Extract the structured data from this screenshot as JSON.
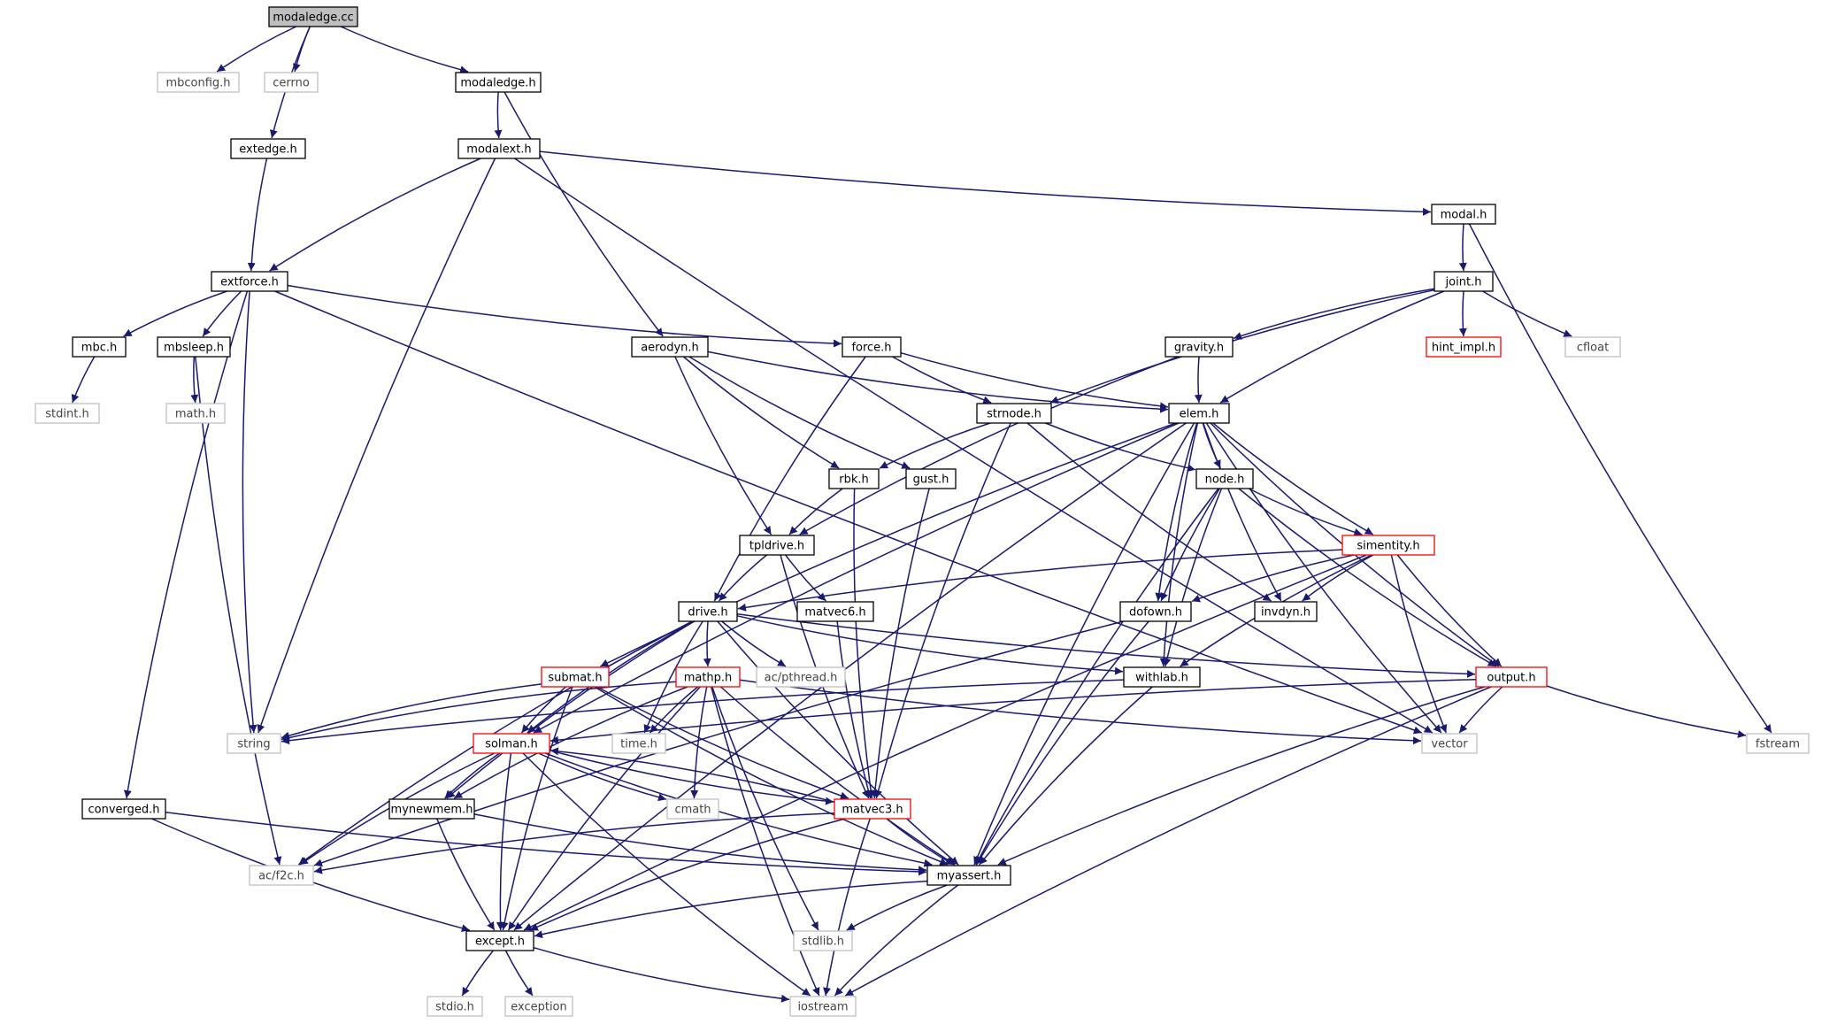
{
  "nodes": [
    {
      "id": "modaledge_cc",
      "label": "modaledge.cc",
      "kind": "root"
    },
    {
      "id": "mbconfig_h",
      "label": "mbconfig.h",
      "kind": "system"
    },
    {
      "id": "cerrno",
      "label": "cerrno",
      "kind": "system"
    },
    {
      "id": "modaledge_h",
      "label": "modaledge.h",
      "kind": "internal"
    },
    {
      "id": "extedge_h",
      "label": "extedge.h",
      "kind": "internal"
    },
    {
      "id": "modalext_h",
      "label": "modalext.h",
      "kind": "internal"
    },
    {
      "id": "modal_h",
      "label": "modal.h",
      "kind": "internal"
    },
    {
      "id": "extforce_h",
      "label": "extforce.h",
      "kind": "internal"
    },
    {
      "id": "joint_h",
      "label": "joint.h",
      "kind": "internal"
    },
    {
      "id": "mbc_h",
      "label": "mbc.h",
      "kind": "internal"
    },
    {
      "id": "mbsleep_h",
      "label": "mbsleep.h",
      "kind": "internal"
    },
    {
      "id": "aerodyn_h",
      "label": "aerodyn.h",
      "kind": "internal"
    },
    {
      "id": "force_h",
      "label": "force.h",
      "kind": "internal"
    },
    {
      "id": "gravity_h",
      "label": "gravity.h",
      "kind": "internal"
    },
    {
      "id": "hint_impl_h",
      "label": "hint_impl.h",
      "kind": "missing"
    },
    {
      "id": "cfloat",
      "label": "cfloat",
      "kind": "system"
    },
    {
      "id": "stdint_h",
      "label": "stdint.h",
      "kind": "system"
    },
    {
      "id": "math_h",
      "label": "math.h",
      "kind": "system"
    },
    {
      "id": "strnode_h",
      "label": "strnode.h",
      "kind": "internal"
    },
    {
      "id": "elem_h",
      "label": "elem.h",
      "kind": "internal"
    },
    {
      "id": "rbk_h",
      "label": "rbk.h",
      "kind": "internal"
    },
    {
      "id": "gust_h",
      "label": "gust.h",
      "kind": "internal"
    },
    {
      "id": "node_h",
      "label": "node.h",
      "kind": "internal"
    },
    {
      "id": "tpldrive_h",
      "label": "tpldrive.h",
      "kind": "internal"
    },
    {
      "id": "simentity_h",
      "label": "simentity.h",
      "kind": "missing"
    },
    {
      "id": "drive_h",
      "label": "drive.h",
      "kind": "internal"
    },
    {
      "id": "matvec6_h",
      "label": "matvec6.h",
      "kind": "internal"
    },
    {
      "id": "dofown_h",
      "label": "dofown.h",
      "kind": "internal"
    },
    {
      "id": "invdyn_h",
      "label": "invdyn.h",
      "kind": "internal"
    },
    {
      "id": "submat_h",
      "label": "submat.h",
      "kind": "missing"
    },
    {
      "id": "mathp_h",
      "label": "mathp.h",
      "kind": "missing"
    },
    {
      "id": "ac_pthread_h",
      "label": "ac/pthread.h",
      "kind": "system"
    },
    {
      "id": "withlab_h",
      "label": "withlab.h",
      "kind": "internal"
    },
    {
      "id": "output_h",
      "label": "output.h",
      "kind": "missing"
    },
    {
      "id": "string",
      "label": "string",
      "kind": "system"
    },
    {
      "id": "time_h",
      "label": "time.h",
      "kind": "system"
    },
    {
      "id": "vector",
      "label": "vector",
      "kind": "system"
    },
    {
      "id": "fstream",
      "label": "fstream",
      "kind": "system"
    },
    {
      "id": "solman_h",
      "label": "solman.h",
      "kind": "missing"
    },
    {
      "id": "cmath",
      "label": "cmath",
      "kind": "system"
    },
    {
      "id": "converged_h",
      "label": "converged.h",
      "kind": "internal"
    },
    {
      "id": "mynewmem_h",
      "label": "mynewmem.h",
      "kind": "internal"
    },
    {
      "id": "matvec3_h",
      "label": "matvec3.h",
      "kind": "missing"
    },
    {
      "id": "ac_f2c_h",
      "label": "ac/f2c.h",
      "kind": "system"
    },
    {
      "id": "myassert_h",
      "label": "myassert.h",
      "kind": "internal"
    },
    {
      "id": "except_h",
      "label": "except.h",
      "kind": "internal"
    },
    {
      "id": "stdlib_h",
      "label": "stdlib.h",
      "kind": "system"
    },
    {
      "id": "stdio_h",
      "label": "stdio.h",
      "kind": "system"
    },
    {
      "id": "exception",
      "label": "exception",
      "kind": "system"
    },
    {
      "id": "iostream",
      "label": "iostream",
      "kind": "system"
    }
  ],
  "edges": [
    [
      "modaledge_cc",
      "mbconfig_h"
    ],
    [
      "modaledge_cc",
      "cerrno"
    ],
    [
      "modaledge_cc",
      "modaledge_h"
    ],
    [
      "modaledge_cc",
      "extedge_h"
    ],
    [
      "modaledge_h",
      "modalext_h"
    ],
    [
      "modaledge_h",
      "aerodyn_h"
    ],
    [
      "extedge_h",
      "extforce_h"
    ],
    [
      "modalext_h",
      "extforce_h"
    ],
    [
      "modalext_h",
      "modal_h"
    ],
    [
      "modalext_h",
      "string"
    ],
    [
      "modalext_h",
      "vector"
    ],
    [
      "modal_h",
      "joint_h"
    ],
    [
      "modal_h",
      "fstream"
    ],
    [
      "extforce_h",
      "mbc_h"
    ],
    [
      "extforce_h",
      "mbsleep_h"
    ],
    [
      "extforce_h",
      "force_h"
    ],
    [
      "extforce_h",
      "converged_h"
    ],
    [
      "extforce_h",
      "string"
    ],
    [
      "extforce_h",
      "vector"
    ],
    [
      "joint_h",
      "gravity_h"
    ],
    [
      "joint_h",
      "hint_impl_h"
    ],
    [
      "joint_h",
      "cfloat"
    ],
    [
      "joint_h",
      "strnode_h"
    ],
    [
      "joint_h",
      "elem_h"
    ],
    [
      "mbc_h",
      "stdint_h"
    ],
    [
      "mbsleep_h",
      "math_h"
    ],
    [
      "mbsleep_h",
      "ac_f2c_h"
    ],
    [
      "aerodyn_h",
      "elem_h"
    ],
    [
      "aerodyn_h",
      "rbk_h"
    ],
    [
      "aerodyn_h",
      "gust_h"
    ],
    [
      "aerodyn_h",
      "tpldrive_h"
    ],
    [
      "force_h",
      "strnode_h"
    ],
    [
      "force_h",
      "elem_h"
    ],
    [
      "force_h",
      "drive_h"
    ],
    [
      "gravity_h",
      "elem_h"
    ],
    [
      "gravity_h",
      "tpldrive_h"
    ],
    [
      "strnode_h",
      "rbk_h"
    ],
    [
      "strnode_h",
      "node_h"
    ],
    [
      "strnode_h",
      "invdyn_h"
    ],
    [
      "strnode_h",
      "matvec3_h"
    ],
    [
      "elem_h",
      "node_h"
    ],
    [
      "elem_h",
      "simentity_h"
    ],
    [
      "elem_h",
      "output_h"
    ],
    [
      "elem_h",
      "dofown_h"
    ],
    [
      "elem_h",
      "invdyn_h"
    ],
    [
      "elem_h",
      "withlab_h"
    ],
    [
      "elem_h",
      "vector"
    ],
    [
      "elem_h",
      "myassert_h"
    ],
    [
      "elem_h",
      "submat_h"
    ],
    [
      "elem_h",
      "solman_h"
    ],
    [
      "elem_h",
      "except_h"
    ],
    [
      "rbk_h",
      "tpldrive_h"
    ],
    [
      "rbk_h",
      "matvec3_h"
    ],
    [
      "gust_h",
      "matvec3_h"
    ],
    [
      "node_h",
      "simentity_h"
    ],
    [
      "node_h",
      "output_h"
    ],
    [
      "node_h",
      "dofown_h"
    ],
    [
      "node_h",
      "withlab_h"
    ],
    [
      "node_h",
      "myassert_h"
    ],
    [
      "tpldrive_h",
      "drive_h"
    ],
    [
      "tpldrive_h",
      "matvec6_h"
    ],
    [
      "tpldrive_h",
      "matvec3_h"
    ],
    [
      "simentity_h",
      "drive_h"
    ],
    [
      "simentity_h",
      "dofown_h"
    ],
    [
      "simentity_h",
      "invdyn_h"
    ],
    [
      "simentity_h",
      "withlab_h"
    ],
    [
      "simentity_h",
      "output_h"
    ],
    [
      "simentity_h",
      "vector"
    ],
    [
      "simentity_h",
      "except_h"
    ],
    [
      "drive_h",
      "mathp_h"
    ],
    [
      "drive_h",
      "ac_pthread_h"
    ],
    [
      "drive_h",
      "withlab_h"
    ],
    [
      "drive_h",
      "output_h"
    ],
    [
      "drive_h",
      "solman_h"
    ],
    [
      "drive_h",
      "time_h"
    ],
    [
      "drive_h",
      "mynewmem_h"
    ],
    [
      "drive_h",
      "myassert_h"
    ],
    [
      "drive_h",
      "ac_f2c_h"
    ],
    [
      "matvec6_h",
      "matvec3_h"
    ],
    [
      "dofown_h",
      "myassert_h"
    ],
    [
      "dofown_h",
      "ac_f2c_h"
    ],
    [
      "submat_h",
      "solman_h"
    ],
    [
      "submat_h",
      "matvec3_h"
    ],
    [
      "submat_h",
      "myassert_h"
    ],
    [
      "submat_h",
      "string"
    ],
    [
      "submat_h",
      "except_h"
    ],
    [
      "mathp_h",
      "string"
    ],
    [
      "mathp_h",
      "time_h"
    ],
    [
      "mathp_h",
      "cmath"
    ],
    [
      "mathp_h",
      "vector"
    ],
    [
      "mathp_h",
      "myassert_h"
    ],
    [
      "mathp_h",
      "stdlib_h"
    ],
    [
      "mathp_h",
      "iostream"
    ],
    [
      "mathp_h",
      "mynewmem_h"
    ],
    [
      "mathp_h",
      "except_h"
    ],
    [
      "withlab_h",
      "string"
    ],
    [
      "withlab_h",
      "myassert_h"
    ],
    [
      "output_h",
      "vector"
    ],
    [
      "output_h",
      "fstream"
    ],
    [
      "output_h",
      "solman_h"
    ],
    [
      "output_h",
      "myassert_h"
    ],
    [
      "output_h",
      "iostream"
    ],
    [
      "solman_h",
      "mynewmem_h"
    ],
    [
      "solman_h",
      "cmath"
    ],
    [
      "solman_h",
      "matvec3_h"
    ],
    [
      "solman_h",
      "myassert_h"
    ],
    [
      "solman_h",
      "except_h"
    ],
    [
      "solman_h",
      "ac_f2c_h"
    ],
    [
      "solman_h",
      "iostream"
    ],
    [
      "matvec3_h",
      "solman_h"
    ],
    [
      "matvec3_h",
      "myassert_h"
    ],
    [
      "matvec3_h",
      "except_h"
    ],
    [
      "matvec3_h",
      "iostream"
    ],
    [
      "matvec3_h",
      "ac_f2c_h"
    ],
    [
      "converged_h",
      "myassert_h"
    ],
    [
      "converged_h",
      "except_h"
    ],
    [
      "mynewmem_h",
      "myassert_h"
    ],
    [
      "mynewmem_h",
      "except_h"
    ],
    [
      "myassert_h",
      "except_h"
    ],
    [
      "myassert_h",
      "stdlib_h"
    ],
    [
      "myassert_h",
      "iostream"
    ],
    [
      "except_h",
      "stdio_h"
    ],
    [
      "except_h",
      "exception"
    ],
    [
      "except_h",
      "iostream"
    ]
  ]
}
